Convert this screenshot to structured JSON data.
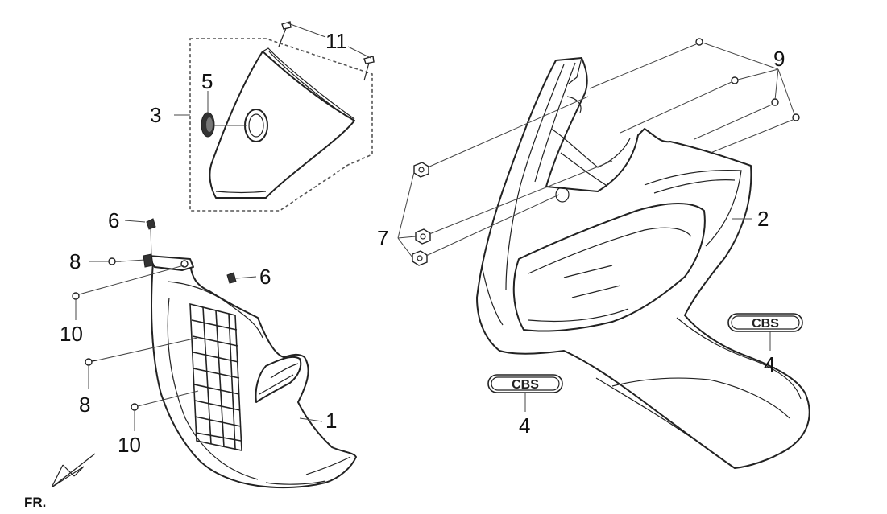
{
  "callouts": {
    "c1": "1",
    "c2": "2",
    "c3": "3",
    "c4a": "4",
    "c4b": "4",
    "c5": "5",
    "c6a": "6",
    "c6b": "6",
    "c7": "7",
    "c8a": "8",
    "c8b": "8",
    "c9": "9",
    "c10a": "10",
    "c10b": "10",
    "c11": "11"
  },
  "badges": {
    "large": "CBS",
    "small": "CBS"
  },
  "direction": {
    "label": "FR."
  }
}
